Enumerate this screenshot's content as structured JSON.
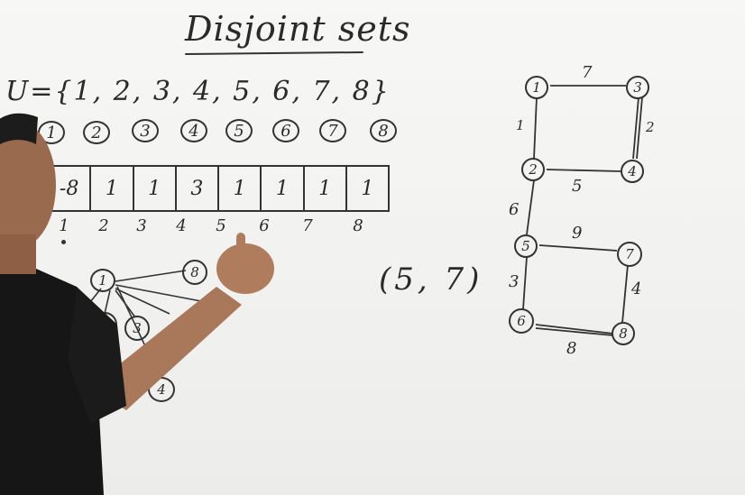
{
  "title": "Disjoint sets",
  "universe_text": "U={1, 2, 3, 4, 5, 6, 7, 8}",
  "circled_elements": [
    "1",
    "2",
    "3",
    "4",
    "5",
    "6",
    "7",
    "8"
  ],
  "array_values": [
    "-8",
    "1",
    "1",
    "3",
    "1",
    "1",
    "1",
    "1"
  ],
  "array_indices": [
    "1",
    "2",
    "3",
    "4",
    "5",
    "6",
    "7",
    "8"
  ],
  "edge_pair": "(5, 7)",
  "tree_nodes": [
    "1",
    "2",
    "3",
    "8",
    "4"
  ],
  "graph": {
    "nodes": [
      "1",
      "3",
      "2",
      "4",
      "5",
      "7",
      "6",
      "8"
    ],
    "weights": [
      "7",
      "1",
      "2",
      "5",
      "6",
      "9",
      "3",
      "4",
      "8"
    ]
  }
}
